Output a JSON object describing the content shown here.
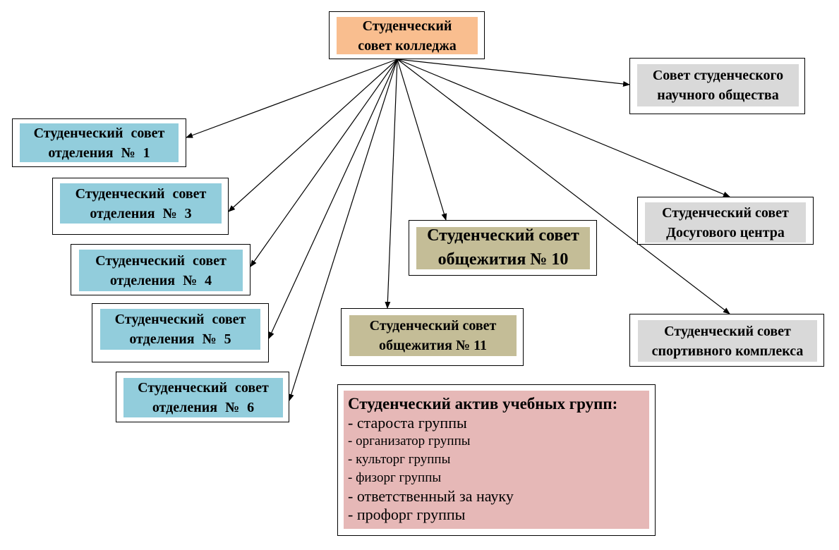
{
  "diagram": {
    "root": {
      "line1": "Студенческий",
      "line2": "совет колледжа"
    },
    "departments": [
      {
        "line1": "Студенческий совет",
        "line2": "отделения № 1"
      },
      {
        "line1": "Студенческий совет",
        "line2": "отделения № 3"
      },
      {
        "line1": "Студенческий совет",
        "line2": "отделения № 4"
      },
      {
        "line1": "Студенческий совет",
        "line2": "отделения № 5"
      },
      {
        "line1": "Студенческий совет",
        "line2": "отделения № 6"
      }
    ],
    "dormitories": [
      {
        "line1": "Студенческий совет",
        "line2": "общежития № 10"
      },
      {
        "line1": "Студенческий совет",
        "line2": "общежития № 11"
      }
    ],
    "others": [
      {
        "line1": "Совет студенческого",
        "line2": "научного общества"
      },
      {
        "line1": "Студенческий совет",
        "line2": "Досугового центра"
      },
      {
        "line1": "Студенческий совет",
        "line2": "спортивного комплекса"
      }
    ],
    "group_activ": {
      "title": "Студенческий актив учебных групп:",
      "items": [
        "- староста группы",
        "- организатор группы",
        "- культорг группы",
        "- физорг группы",
        "- ответственный за науку",
        "- профорг группы"
      ]
    }
  },
  "colors": {
    "root_fill": "#f9be8f",
    "department_fill": "#92cddc",
    "dormitory_fill": "#c4bd97",
    "other_fill": "#d9d9d9",
    "activ_fill": "#e6b8b7"
  }
}
